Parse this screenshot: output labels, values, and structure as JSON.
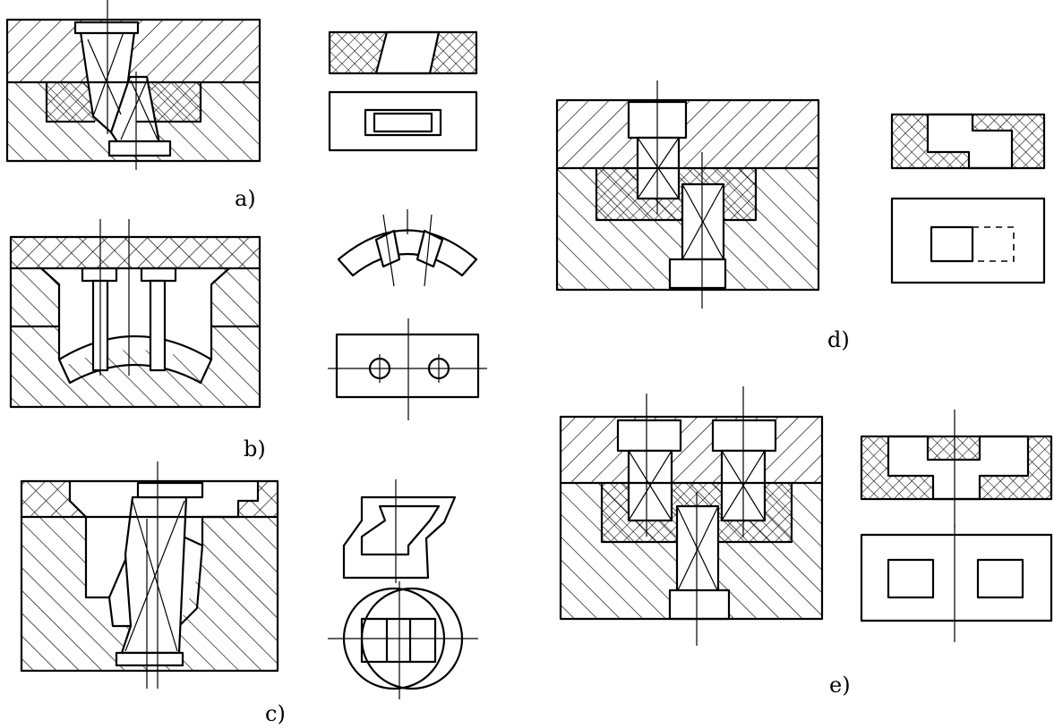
{
  "figure": {
    "panels": [
      {
        "id": "a",
        "label": "a)"
      },
      {
        "id": "b",
        "label": "b)"
      },
      {
        "id": "c",
        "label": "c)"
      },
      {
        "id": "d",
        "label": "d)"
      },
      {
        "id": "e",
        "label": "e)"
      }
    ]
  }
}
